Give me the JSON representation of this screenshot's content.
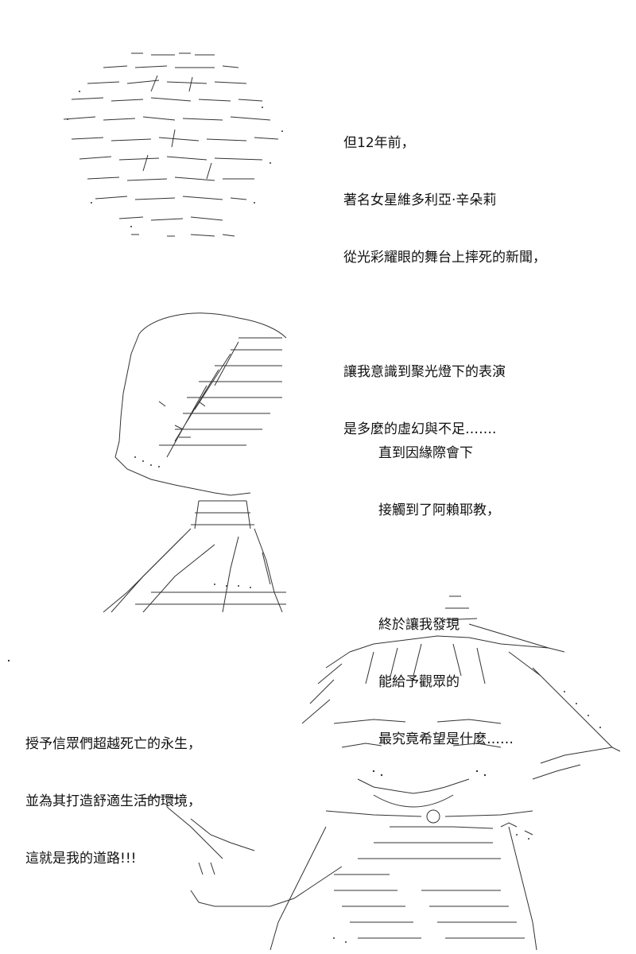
{
  "panels": [
    {
      "lines": [
        "但12年前，",
        "著名女星維多利亞·辛朵莉",
        "從光彩耀眼的舞台上摔死的新聞，",
        "",
        "讓我意識到聚光燈下的表演",
        "是多麼的虛幻與不足……."
      ]
    },
    {
      "lines": [
        "直到因緣際會下",
        "接觸到了阿賴耶教，",
        "",
        "終於讓我發現",
        "能給予觀眾的",
        "最究竟希望是什麼……"
      ]
    },
    {
      "lines": [
        "授予信眾們超越死亡的永生，",
        "並為其打造舒適生活的環境，",
        "這就是我的道路!!!"
      ]
    }
  ],
  "colors": {
    "ink": "#111111",
    "background": "#ffffff"
  }
}
